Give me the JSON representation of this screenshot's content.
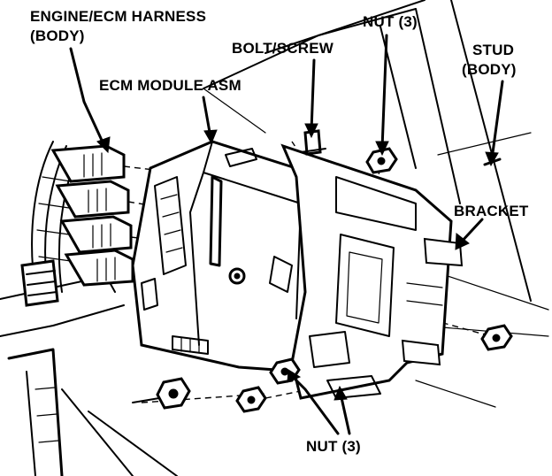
{
  "labels": {
    "engine_harness_line1": "ENGINE/ECM HARNESS",
    "engine_harness_line2": "(BODY)",
    "ecm_module": "ECM MODULE ASM",
    "bolt_screw": "BOLT/SCREW",
    "nut_top": "NUT (3)",
    "stud_line1": "STUD",
    "stud_line2": "(BODY)",
    "bracket": "BRACKET",
    "nut_bottom": "NUT (3)"
  },
  "colors": {
    "ink": "#000000",
    "paper": "#ffffff"
  }
}
